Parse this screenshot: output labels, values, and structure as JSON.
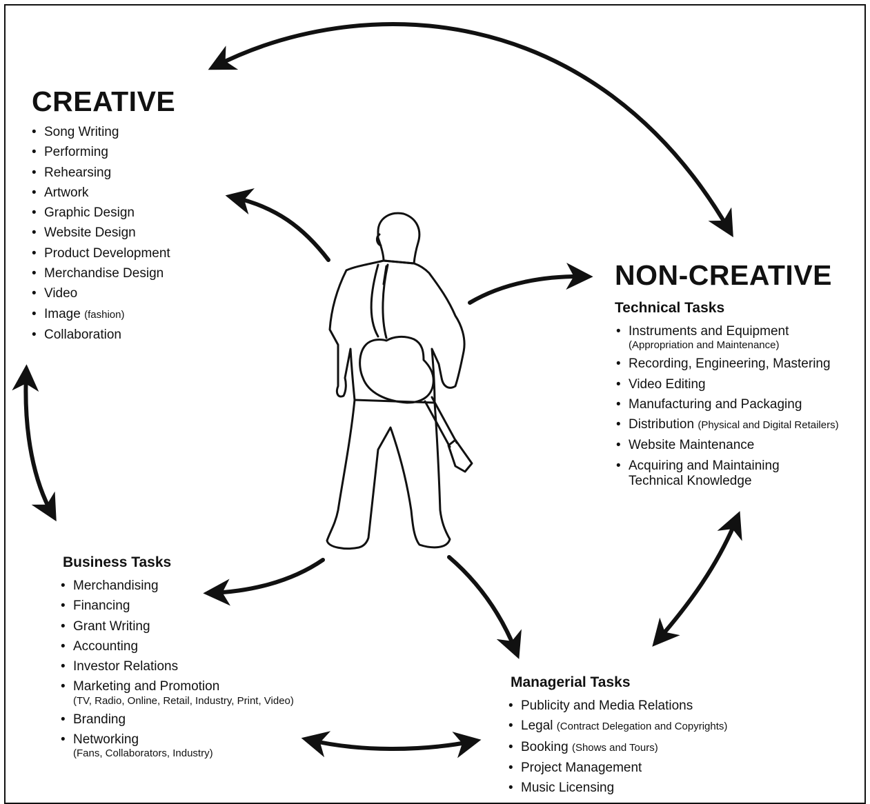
{
  "creative": {
    "title": "CREATIVE",
    "items": [
      {
        "text": "Song Writing"
      },
      {
        "text": "Performing"
      },
      {
        "text": "Rehearsing"
      },
      {
        "text": "Artwork"
      },
      {
        "text": "Graphic Design"
      },
      {
        "text": "Website Design"
      },
      {
        "text": "Product Development"
      },
      {
        "text": "Merchandise Design"
      },
      {
        "text": "Video"
      },
      {
        "text": "Image",
        "note": "(fashion)"
      },
      {
        "text": "Collaboration"
      }
    ]
  },
  "non_creative": {
    "title": "NON-CREATIVE",
    "technical": {
      "title": "Technical Tasks",
      "items": [
        {
          "text": "Instruments and Equipment",
          "note": "(Appropriation and Maintenance)"
        },
        {
          "text": "Recording, Engineering, Mastering"
        },
        {
          "text": "Video Editing"
        },
        {
          "text": "Manufacturing and Packaging"
        },
        {
          "text": "Distribution",
          "note": "(Physical and Digital Retailers)"
        },
        {
          "text": "Website Maintenance"
        },
        {
          "text": "Acquiring and Maintaining",
          "line2": "Technical Knowledge"
        }
      ]
    }
  },
  "business": {
    "title": "Business Tasks",
    "items": [
      {
        "text": "Merchandising"
      },
      {
        "text": "Financing"
      },
      {
        "text": "Grant Writing"
      },
      {
        "text": "Accounting"
      },
      {
        "text": "Investor Relations"
      },
      {
        "text": "Marketing and Promotion",
        "note": "(TV, Radio, Online, Retail, Industry, Print, Video)"
      },
      {
        "text": "Branding"
      },
      {
        "text": "Networking",
        "note": "(Fans, Collaborators, Industry)"
      }
    ]
  },
  "managerial": {
    "title": "Managerial Tasks",
    "items": [
      {
        "text": "Publicity and Media Relations"
      },
      {
        "text": "Legal",
        "note": "(Contract Delegation and Copyrights)"
      },
      {
        "text": "Booking",
        "note": "(Shows and Tours)"
      },
      {
        "text": "Project Management"
      },
      {
        "text": "Music Licensing"
      }
    ]
  }
}
